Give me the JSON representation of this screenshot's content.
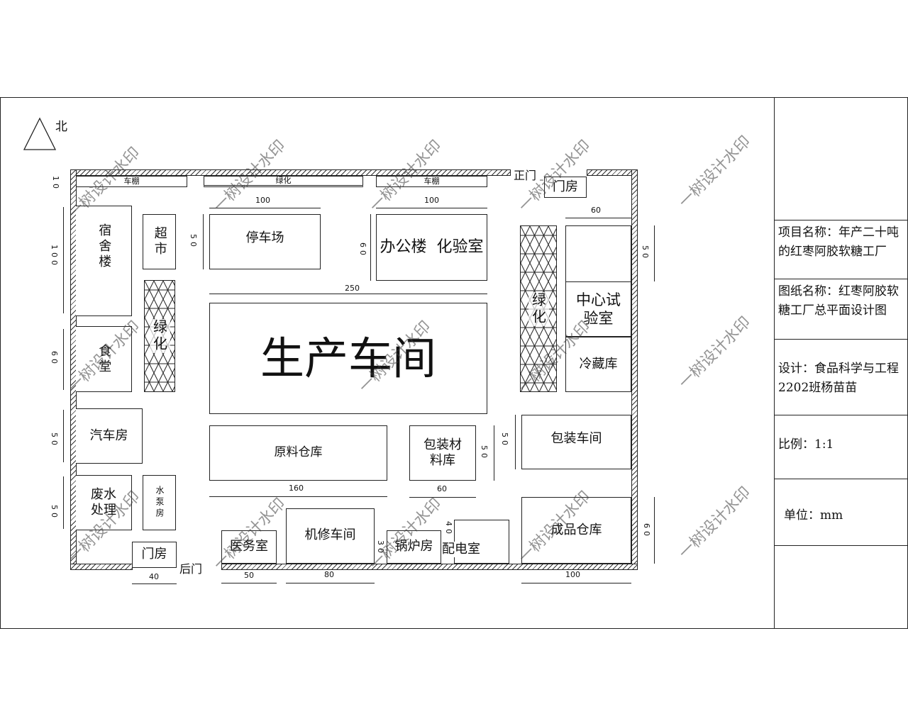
{
  "north_label": "北",
  "gates": {
    "front": "正门",
    "back": "后门"
  },
  "rooms": {
    "bike_shed_1": "车棚",
    "green_strip_top": "绿化",
    "bike_shed_2": "车棚",
    "gatehouse_top": "门房",
    "dormitory": "宿舍楼",
    "supermarket": "超市",
    "canteen": "食堂",
    "green_left": "绿化",
    "parking": "停车场",
    "office": "办公楼  化验室",
    "production": "生产车间",
    "green_right": "绿化",
    "lab": "中心试验室",
    "cold_storage": "冷藏库",
    "garage": "汽车房",
    "raw_storage": "原料仓库",
    "pack_material": "包装材料库",
    "pack_workshop": "包装车间",
    "wastewater": "废水处理",
    "pump_house": "水泵房",
    "gatehouse_bottom": "门房",
    "clinic": "医务室",
    "repair": "机修车间",
    "boiler": "锅炉房",
    "power": "配电室",
    "finished_storage": "成品仓库"
  },
  "dims": {
    "d10": "10",
    "d100a": "100",
    "d100b": "100",
    "d50park": "50",
    "d60office": "60",
    "d250": "250",
    "d60lab": "60",
    "d50right": "50",
    "d100dorm": "100",
    "d60canteen": "60",
    "d50garage": "50",
    "d50waste": "50",
    "d160": "160",
    "d60pack": "60",
    "d50packA": "50",
    "d50packB": "50",
    "d60finished": "60",
    "d40": "40",
    "d50clinic": "50",
    "d80": "80",
    "d30": "30",
    "d40power": "40",
    "d100finished": "100"
  },
  "title_block": {
    "project": "项目名称：年产二十吨的红枣阿胶软糖工厂",
    "drawing": "图纸名称：红枣阿胶软糖工厂总平面设计图",
    "designer": "设计：食品科学与工程2202班杨苗苗",
    "scale": "比例：1:1",
    "unit": "单位：mm"
  },
  "watermark": "一树设计水印"
}
